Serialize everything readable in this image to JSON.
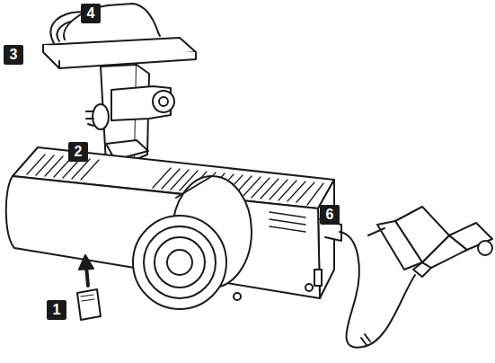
{
  "diagram": {
    "labels": [
      "4",
      "3",
      "2",
      "6",
      "1"
    ]
  }
}
